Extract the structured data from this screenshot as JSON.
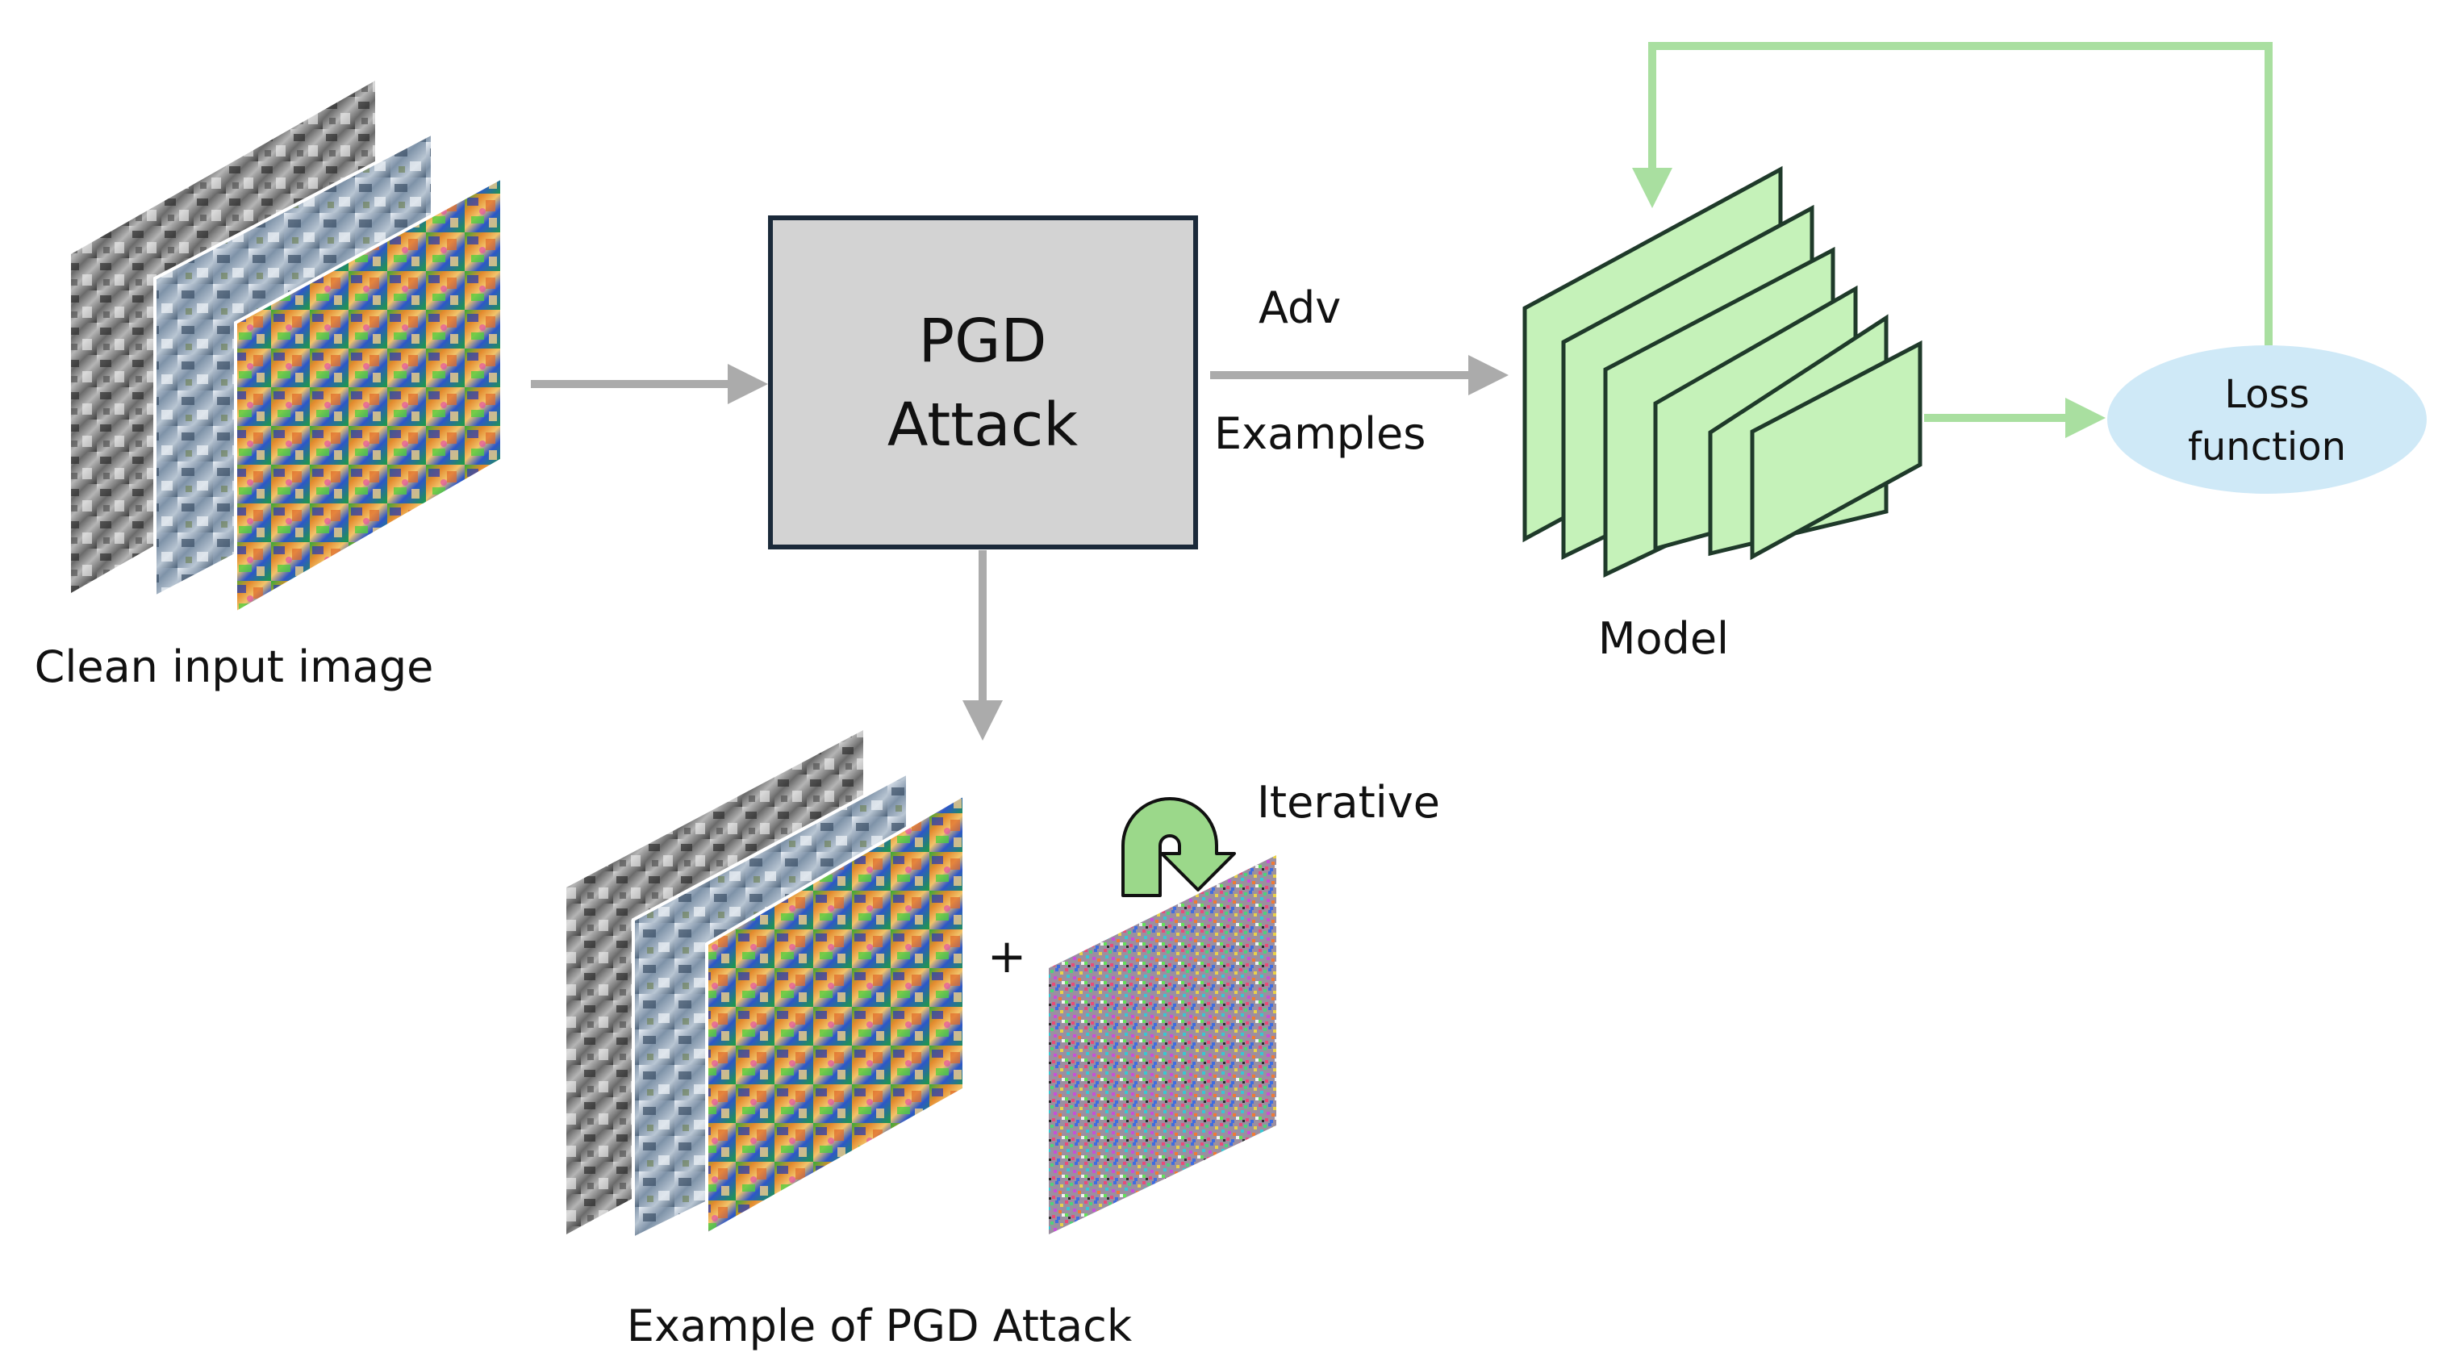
{
  "diagram": {
    "clean_input": {
      "label": "Clean input image"
    },
    "pgd_box": {
      "line1": "PGD",
      "line2": "Attack"
    },
    "edge_adv": {
      "line1": "Adv",
      "line2": "Examples"
    },
    "model": {
      "label": "Model",
      "layer_count": 6
    },
    "loss": {
      "line1": "Loss",
      "line2": "function"
    },
    "example": {
      "label": "Example of PGD Attack",
      "plus": "+",
      "iterative": "Iterative"
    }
  },
  "colors": {
    "gray_arrow": "#ababab",
    "green_arrow": "#a9dfa0",
    "layer_fill": "#c5f2b9",
    "layer_stroke": "#1f3a2a",
    "pgd_fill": "#d3d3d3",
    "pgd_stroke": "#1b2a3a",
    "loss_fill": "#cfe9f7",
    "iter_arrow": "#9bd88a"
  }
}
